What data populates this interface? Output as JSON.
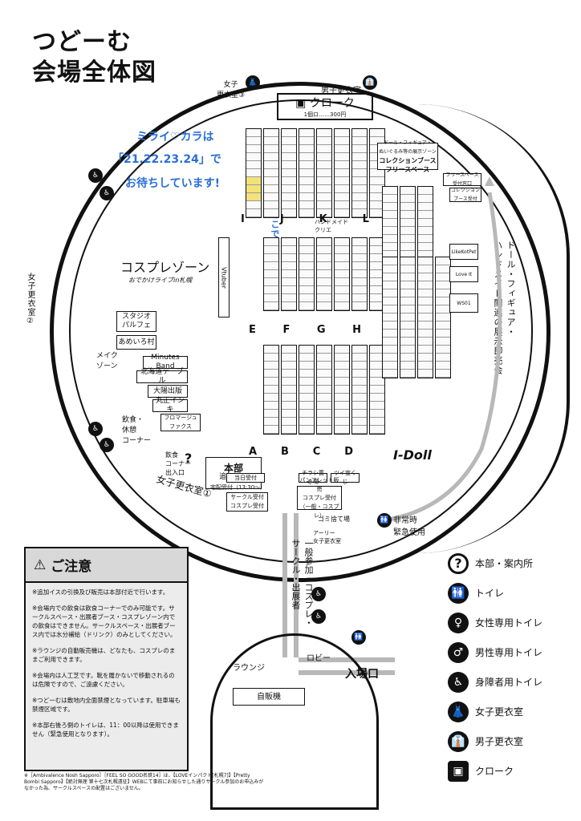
{
  "title": {
    "line1": "つどーむ",
    "line2": "会場全体図"
  },
  "cloak": {
    "label": "クローク",
    "note": "1個ロ……300円"
  },
  "changing_rooms": {
    "female3": "女子\n更衣室③",
    "male": "男子更衣室",
    "female2": "女子更衣室②",
    "female1": "女子更衣室①"
  },
  "handwritten": {
    "line1": "ミライ♡カラは",
    "line2": "「21.22.23.24」で",
    "line3": "お待ちしています!",
    "here": "ここです!!"
  },
  "zones": {
    "cosplay": "コスプレゾーン",
    "cosplay_sub": "おでかけライブin札幌",
    "studio": "スタジオ\nパルフェ",
    "ameiro": "あめいろ村",
    "make": "メイク\nゾーン",
    "minutes": "Minutes Band",
    "hokkaido": "北海道テーブル",
    "taiyo": "大陽出版",
    "maruekiinki": "丸正インキ",
    "fromage": "フロマージュ\nファクス",
    "food": "飲食・\n休憩\nコーナー",
    "food_exit": "飲食\nコーナー\n出入口",
    "collection": "コレクションブース\nフリースペース",
    "collection_top": "ドール・フィギュア・\nぬいぐるみ等の展示ゾーン",
    "doll_area": "ドール・フィギュア・\nハンドメイド関連の展示即売会",
    "handmade": "ハンドメイド\nクリエ",
    "lobby": "ロビー",
    "lounge": "ラウンジ",
    "vending": "自販機",
    "entrance": "入場口",
    "emergency": "非常時\n緊急使用",
    "idoll": "I-Doll",
    "early_female": "アーリー\n女子更衣室",
    "garbage": "ゴミ捨て場",
    "general": "一般参加・コスプレ・\nサークル・出展者"
  },
  "honbu": {
    "title": "本部",
    "sub": "追加イス",
    "day": "当日受付",
    "delivery": "宅配受付（13:30〜）",
    "circle": "サークル受付\nコスプレ受付",
    "flyer": "チラシ置き場",
    "tsui": "ツイ宣くじ",
    "pamphlet": "パンフレット販売\nコスプレ受付\n（一般・コスプレ）"
  },
  "row_letters": [
    "I",
    "J",
    "K",
    "L",
    "E",
    "F",
    "G",
    "H",
    "A",
    "B",
    "C",
    "D"
  ],
  "right_booths": [
    "フリースペース\n受付窓口",
    "コレクション\nブース受付",
    "LikeKotPet",
    "Love It",
    "WS01"
  ],
  "legend": [
    {
      "icon": "question-icon",
      "glyph": "?",
      "label": "本部・案内所"
    },
    {
      "icon": "toilet-icon",
      "glyph": "🚻",
      "label": "トイレ"
    },
    {
      "icon": "female-toilet-icon",
      "glyph": "♀",
      "label": "女性専用トイレ"
    },
    {
      "icon": "male-toilet-icon",
      "glyph": "♂",
      "label": "男性専用トイレ"
    },
    {
      "icon": "accessible-icon",
      "glyph": "♿",
      "label": "身障者用トイレ"
    },
    {
      "icon": "female-changing-icon",
      "glyph": "👗",
      "label": "女子更衣室"
    },
    {
      "icon": "male-changing-icon",
      "glyph": "👔",
      "label": "男子更衣室"
    },
    {
      "icon": "cloak-icon",
      "glyph": "▣",
      "label": "クローク"
    }
  ],
  "notice": {
    "title": "ご注意",
    "items": [
      "※追加イスの引換及び販売は本部付近で行います。",
      "※会場内での飲食は飲食コーナーでのみ可能です。サークルスペース・出展者ブース・コスプレゾーン内での飲食はできません。サークルスペース・出展者ブース内では水分補給（ドリンク）のみとしてください。",
      "※ラウンジの自動販売機は、どなたも、コスプレのままご利用できます。",
      "※会場内は人工芝です。靴を履かないで移動されるのは危険ですので、ご遠慮ください。",
      "※つどーむは敷地内全面禁煙となっています。駐車場も禁煙区域です。",
      "※本部右後ろ側のトイレは、11：00以降は使用できません（緊急使用となります）。"
    ]
  },
  "footnote": "※［Ambivalence Nosh Sapporo］［FEEL SO GOOD名鉄14］は、【LOVEインパクト[札幌7]】【Pretty Bombi Sapporo】【絶対無理 第十七次札幌遠征】WEBにて事前にお知らせした通りサークル参加のお申込みがなかった為、サークルスペースの配置はございません。"
}
